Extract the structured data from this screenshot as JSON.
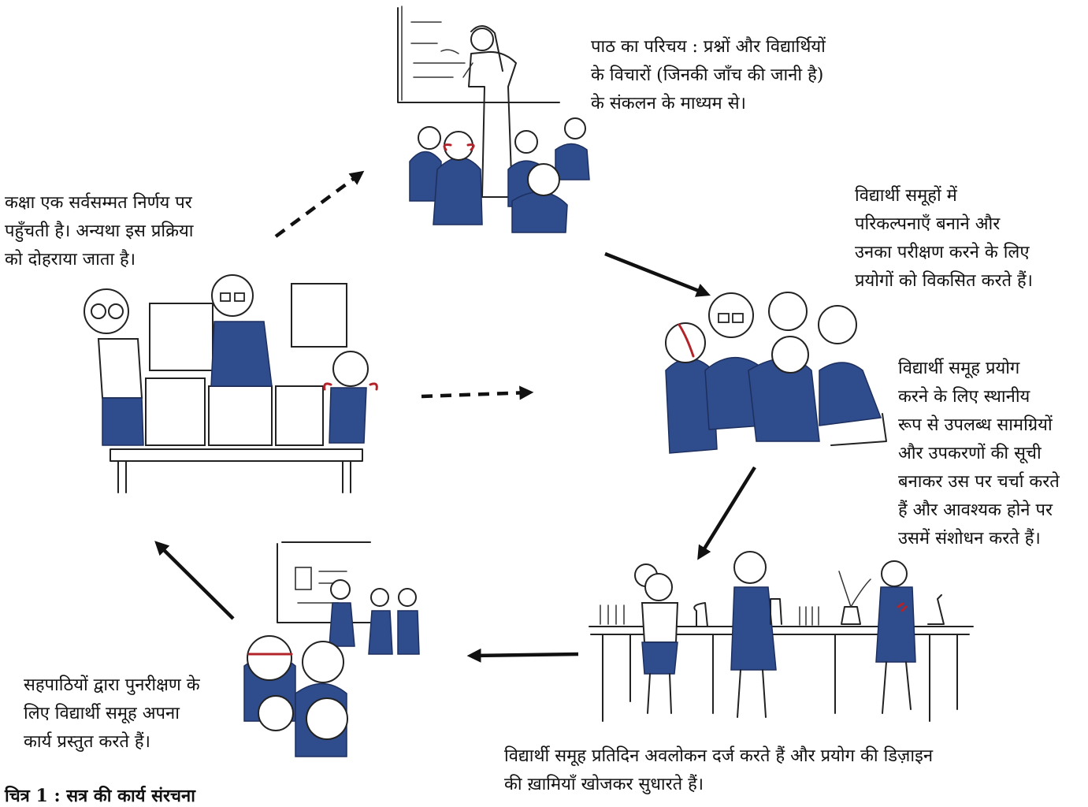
{
  "captions": {
    "intro": "पाठ का परिचय : प्रश्नों और विद्यार्थियों\nके विचारों (जिनकी जाँच की जानी है)\nके संकलन के माध्यम से।",
    "hypotheses": "विद्यार्थी समूहों में\nपरिकल्पनाएँ बनाने और\nउनका परीक्षण करने के लिए\nप्रयोगों को विकसित करते हैं।",
    "materials": "विद्यार्थी समूह प्रयोग\nकरने के लिए स्थानीय\nरूप से उपलब्ध सामग्रियों\nऔर उपकरणों की सूची\nबनाकर उस पर चर्चा करते\nहैं और आवश्यक होने पर\nउसमें संशोधन करते हैं।",
    "observations": "विद्यार्थी समूह प्रतिदिन अवलोकन दर्ज करते हैं और प्रयोग की डिज़ाइन\nकी ख़ामियाँ खोजकर सुधारते हैं।",
    "peer_review": "सहपाठियों द्वारा पुनरीक्षण के\nलिए विद्यार्थी समूह अपना\nकार्य प्रस्तुत करते हैं।",
    "consensus": "कक्षा एक सर्वसम्मत निर्णय पर\nपहुँचती है। अन्यथा इस प्रक्रिया\nको दोहराया जाता है।"
  },
  "figure_label": "चित्र 1 : सत्र की कार्य संरचना",
  "colors": {
    "uniform_blue": "#2f4c8c",
    "ribbon_red": "#b3242a",
    "ink": "#111111"
  }
}
